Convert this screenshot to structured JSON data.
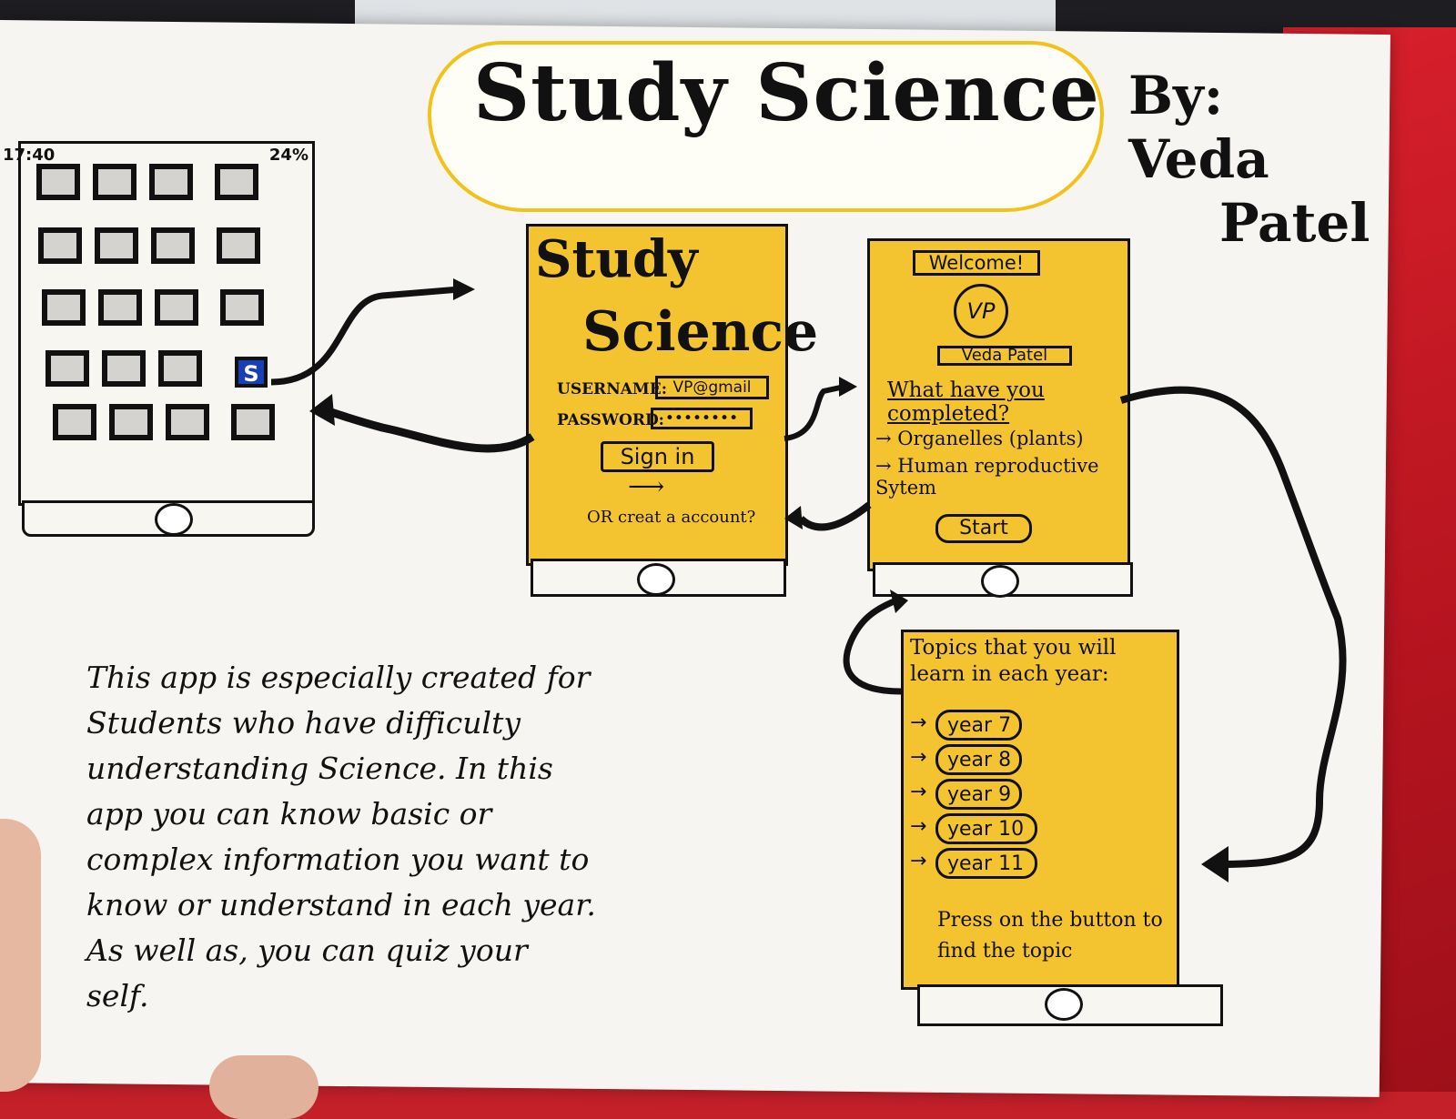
{
  "title": "Study Science",
  "author": {
    "line1": "By: Veda",
    "line2": "Patel"
  },
  "home_tablet": {
    "time": "17:40",
    "battery": "24%",
    "app_icon_letter": "S"
  },
  "login_screen": {
    "title_line1": "Study",
    "title_line2": "Science",
    "username_label": "USERNAME:",
    "username_value": "VP@gmail",
    "password_label": "PASSWORD:",
    "password_value": "••••••••",
    "signin_button": "Sign in",
    "create_account": "OR creat a account?"
  },
  "welcome_screen": {
    "welcome": "Welcome!",
    "avatar_initials": "VP",
    "user_name": "Veda Patel",
    "question": "What have you completed?",
    "completed": [
      "Organelles (plants)",
      "Human reproductive Sytem"
    ],
    "start_button": "Start"
  },
  "topics_screen": {
    "heading": "Topics that you will learn in each year:",
    "years": [
      "year 7",
      "year 8",
      "year 9",
      "year 10",
      "year 11"
    ],
    "footer": "Press on the button to find the topic"
  },
  "description": "This app is especially created for Students who have difficulty understanding Science. In this app you can know basic or complex information you want to know or understand in each year. As well as, you can quiz your self.",
  "colors": {
    "accent_yellow": "#f4c430",
    "ink": "#111111",
    "paper": "#f7f5f2",
    "background_red": "#c4202a"
  }
}
